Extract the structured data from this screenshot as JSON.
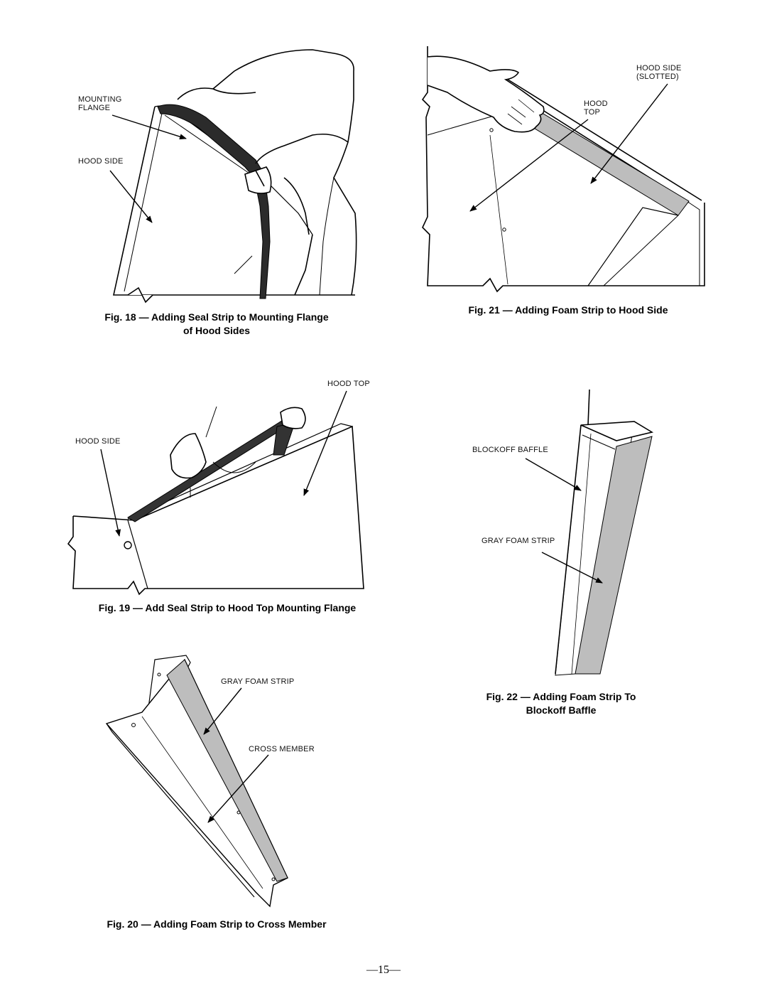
{
  "page_number": "—15—",
  "figures": {
    "fig18": {
      "caption_line1": "Fig. 18 — Adding Seal Strip to Mounting Flange",
      "caption_line2": "of Hood Sides",
      "labels": {
        "mounting_flange": "MOUNTING\nFLANGE",
        "hood_side": "HOOD SIDE"
      }
    },
    "fig21": {
      "caption": "Fig. 21 — Adding Foam Strip to Hood Side",
      "labels": {
        "hood_side_slotted": "HOOD SIDE\n(SLOTTED)",
        "hood_top": "HOOD\nTOP"
      }
    },
    "fig19": {
      "caption": "Fig. 19 — Add Seal Strip to Hood Top Mounting Flange",
      "labels": {
        "hood_top": "HOOD TOP",
        "hood_side": "HOOD SIDE"
      }
    },
    "fig22": {
      "caption_line1": "Fig. 22 — Adding Foam Strip To",
      "caption_line2": "Blockoff Baffle",
      "labels": {
        "blockoff_baffle": "BLOCKOFF BAFFLE",
        "gray_foam_strip": "GRAY FOAM STRIP"
      }
    },
    "fig20": {
      "caption": "Fig. 20 — Adding Foam Strip to Cross Member",
      "labels": {
        "gray_foam_strip": "GRAY FOAM STRIP",
        "cross_member": "CROSS MEMBER"
      }
    }
  }
}
